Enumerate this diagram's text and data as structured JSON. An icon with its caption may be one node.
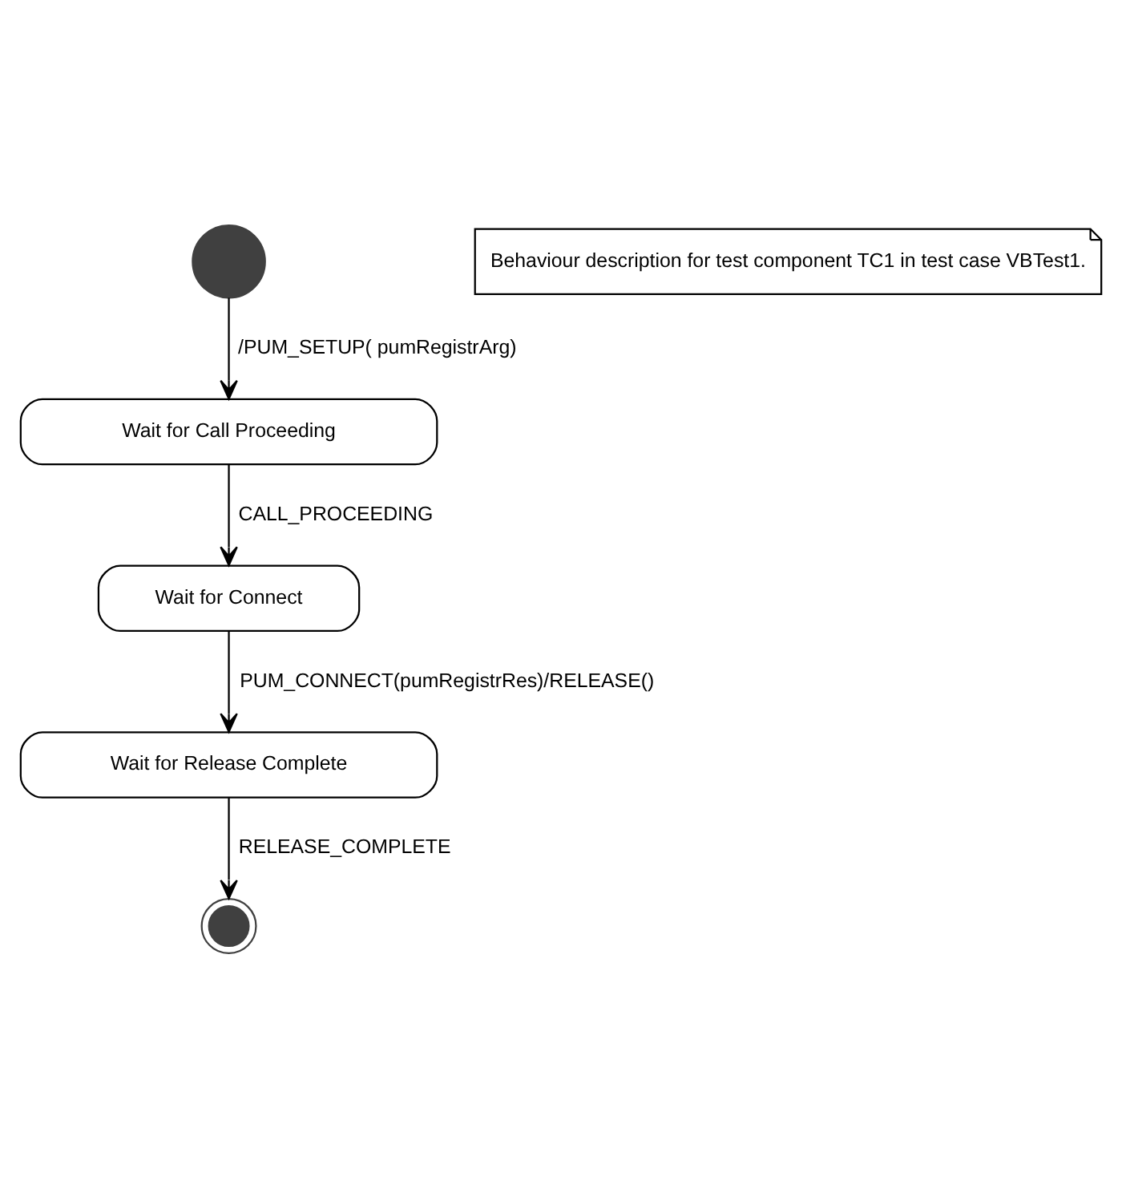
{
  "diagram": {
    "nodes": [
      {
        "text": [
          "Behaviour description for test component TC1 in test case VBTest1."
        ]
      },
      {
        "text": [],
        "shape": "circle"
      },
      {
        "text": [
          "Wait for Call Proceeding"
        ]
      },
      {
        "text": [
          "Wait for Connect"
        ]
      },
      {
        "text": [
          "Wait for Release Complete"
        ]
      },
      {
        "text": [],
        "shape": "circle"
      }
    ],
    "edges": [
      {
        "from": 1,
        "to": 2,
        "arrow": "to",
        "label": "/PUM_SETUP( pumRegistrArg)"
      },
      {
        "from": 2,
        "to": 3,
        "arrow": "to",
        "label": "CALL_PROCEEDING"
      },
      {
        "from": 3,
        "to": 4,
        "arrow": "to",
        "label": "PUM_CONNECT(pumRegistrRes)/RELEASE()"
      },
      {
        "from": 4,
        "to": 5,
        "arrow": "to",
        "label": "RELEASE_COMPLETE"
      }
    ]
  }
}
